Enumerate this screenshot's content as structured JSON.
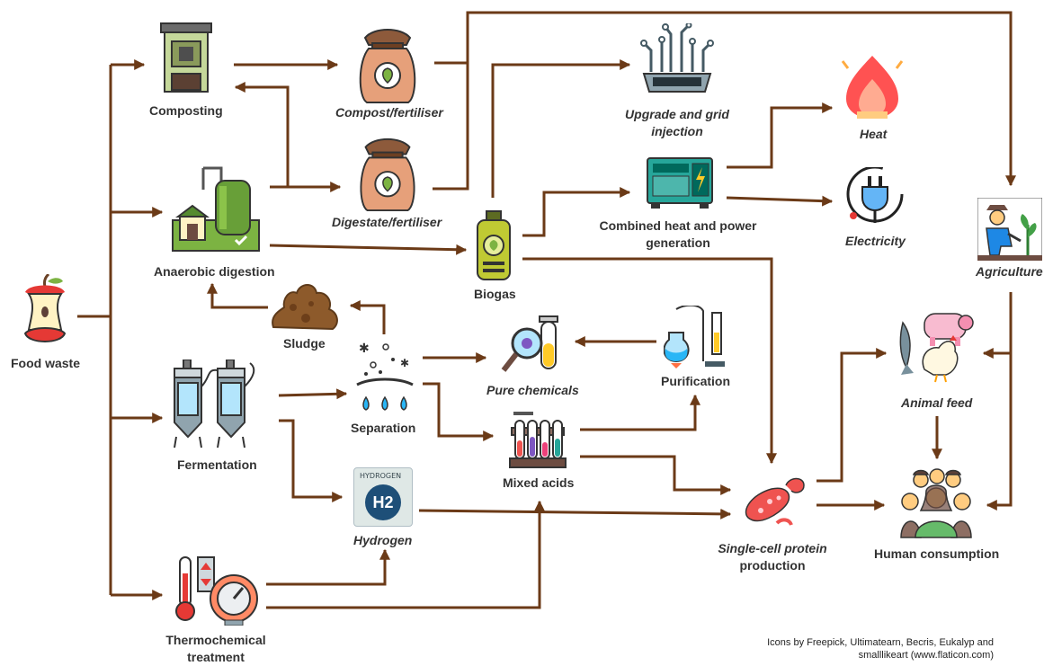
{
  "nodes": {
    "food_waste": "Food waste",
    "composting": "Composting",
    "anaerobic_digestion": "Anaerobic digestion",
    "fermentation": "Fermentation",
    "thermochemical": "Thermochemical treatment",
    "compost": "Compost/fertiliser",
    "digestate": "Digestate/fertiliser",
    "sludge": "Sludge",
    "separation": "Separation",
    "hydrogen": "Hydrogen",
    "biogas": "Biogas",
    "pure_chemicals": "Pure chemicals",
    "mixed_acids": "Mixed acids",
    "purification": "Purification",
    "upgrade_line1": "Upgrade and grid",
    "upgrade_line2": "injection",
    "chp_line1": "Combined heat and power",
    "chp_line2": "generation",
    "heat": "Heat",
    "electricity": "Electricity",
    "agriculture": "Agriculture",
    "animal_feed": "Animal feed",
    "scp_line1": "Single-cell protein",
    "scp_line2": "production",
    "human": "Human consumption"
  },
  "credit": {
    "line1": "Icons by Freepick, Ultimatearn, Becris, Eukalyp and",
    "line2": "smalllikeart (www.flaticon.com)"
  },
  "icons": {
    "h2_small": "HYDROGEN",
    "h2_big": "H2"
  },
  "colors": {
    "arrow": "#6b3a17",
    "label": "#333333"
  }
}
